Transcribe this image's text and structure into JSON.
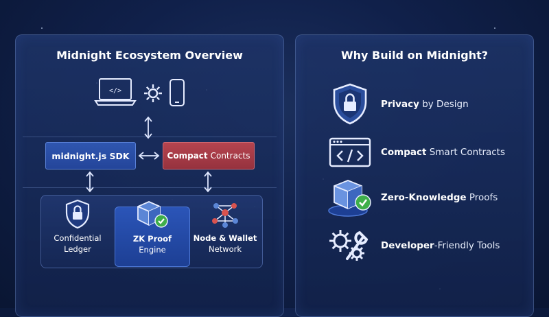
{
  "left_panel": {
    "title": "Midnight Ecosystem Overview",
    "devices": [
      {
        "icon": "laptop-code-icon",
        "text": "</>"
      },
      {
        "icon": "gear-icon"
      },
      {
        "icon": "smartphone-icon"
      }
    ],
    "sdk_label": "midnight.js SDK",
    "compact": {
      "bold": "Compact",
      "rest": "Contracts"
    },
    "cards": [
      {
        "icon": "shield-lock-icon",
        "line1": "Confidential",
        "line2": "Ledger",
        "highlight": false
      },
      {
        "icon": "cube-check-icon",
        "line1": "ZK Proof",
        "line2": "Engine",
        "highlight": true
      },
      {
        "icon": "network-nodes-icon",
        "line1": "Node & Wallet",
        "line2": "Network",
        "highlight": false
      }
    ]
  },
  "right_panel": {
    "title": "Why Build on Midnight?",
    "reasons": [
      {
        "icon": "shield-lock-icon",
        "bold": "Privacy",
        "rest": " by Design"
      },
      {
        "icon": "code-window-icon",
        "bold": "Compact",
        "rest": " Smart Contracts"
      },
      {
        "icon": "cube-check-icon",
        "bold": "Zero-Knowledge",
        "rest": " Proofs"
      },
      {
        "icon": "gear-wrench-icon",
        "bold": "Developer",
        "rest": "-Friendly Tools"
      }
    ]
  },
  "colors": {
    "background": "#10204a",
    "sdk_box": "#2a4fa8",
    "compact_box": "#a83b47",
    "check_green": "#3fae4a",
    "icon_blue": "#4a7fd8"
  }
}
